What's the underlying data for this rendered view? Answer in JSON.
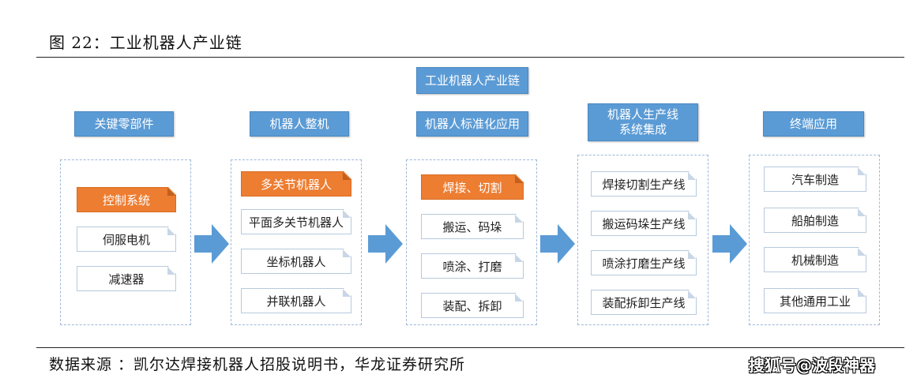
{
  "figure_title": "图 22：工业机器人产业链",
  "root_label": "工业机器人产业链",
  "columns": [
    {
      "header": "关键零部件",
      "items": [
        "控制系统",
        "伺服电机",
        "减速器"
      ],
      "highlight": 0
    },
    {
      "header": "机器人整机",
      "items": [
        "多关节机器人",
        "平面多关节机器人",
        "坐标机器人",
        "并联机器人"
      ],
      "highlight": 0
    },
    {
      "header": "机器人标准化应用",
      "items": [
        "焊接、切割",
        "搬运、码垛",
        "喷涂、打磨",
        "装配、拆卸"
      ],
      "highlight": 0
    },
    {
      "header": "机器人生产线\n系统集成",
      "items": [
        "焊接切割生产线",
        "搬运码垛生产线",
        "喷涂打磨生产线",
        "装配拆卸生产线"
      ],
      "highlight": -1
    },
    {
      "header": "终端应用",
      "items": [
        "汽车制造",
        "船舶制造",
        "机械制造",
        "其他通用工业"
      ],
      "highlight": -1
    }
  ],
  "source": "数据来源 ：凯尔达焊接机器人招股说明书，华龙证券研究所",
  "watermark": "搜狐号@波段神器",
  "colors": {
    "header_blue": "#5B9BD5",
    "highlight_orange": "#ED7D31",
    "arrow_blue": "#5B9BD5"
  }
}
